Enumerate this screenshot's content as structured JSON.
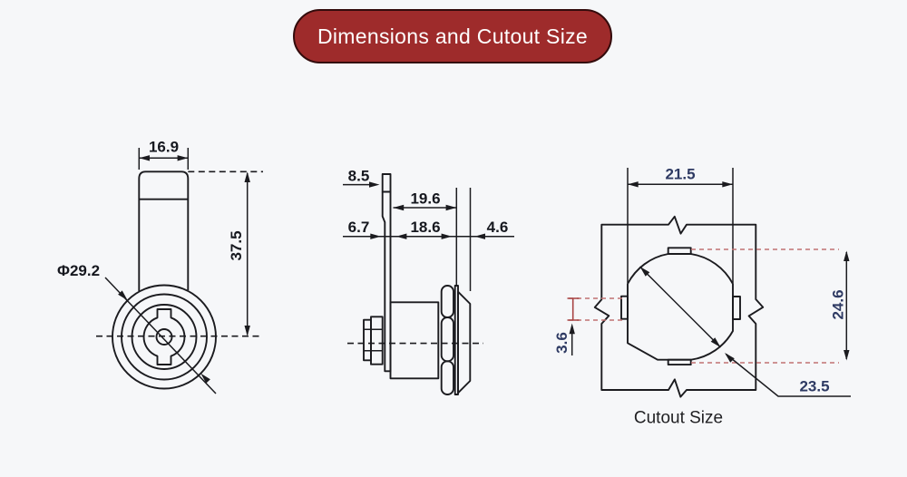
{
  "banner": {
    "title": "Dimensions and Cutout Size"
  },
  "front_view": {
    "cam_width": "16.9",
    "total_height": "37.5",
    "face_diameter": "Φ29.2"
  },
  "side_view": {
    "cam_tip_offset": "8.5",
    "cam_to_flange": "19.6",
    "rear_offset": "6.7",
    "thread_length": "18.6",
    "head_depth": "4.6"
  },
  "cutout_view": {
    "caption": "Cutout Size",
    "flat_width": "21.5",
    "total_height": "24.6",
    "notch_height": "3.6",
    "hole_diameter": "23.5"
  },
  "colors": {
    "background": "#f6f7f9",
    "banner_fill": "#9e2b2b",
    "banner_border": "#330b0c",
    "banner_text": "#ffffff",
    "line": "#1b1b1f",
    "dim_text_dark": "#16181f",
    "dim_text_blue": "#2e3a63",
    "red_dash": "#c07272"
  }
}
